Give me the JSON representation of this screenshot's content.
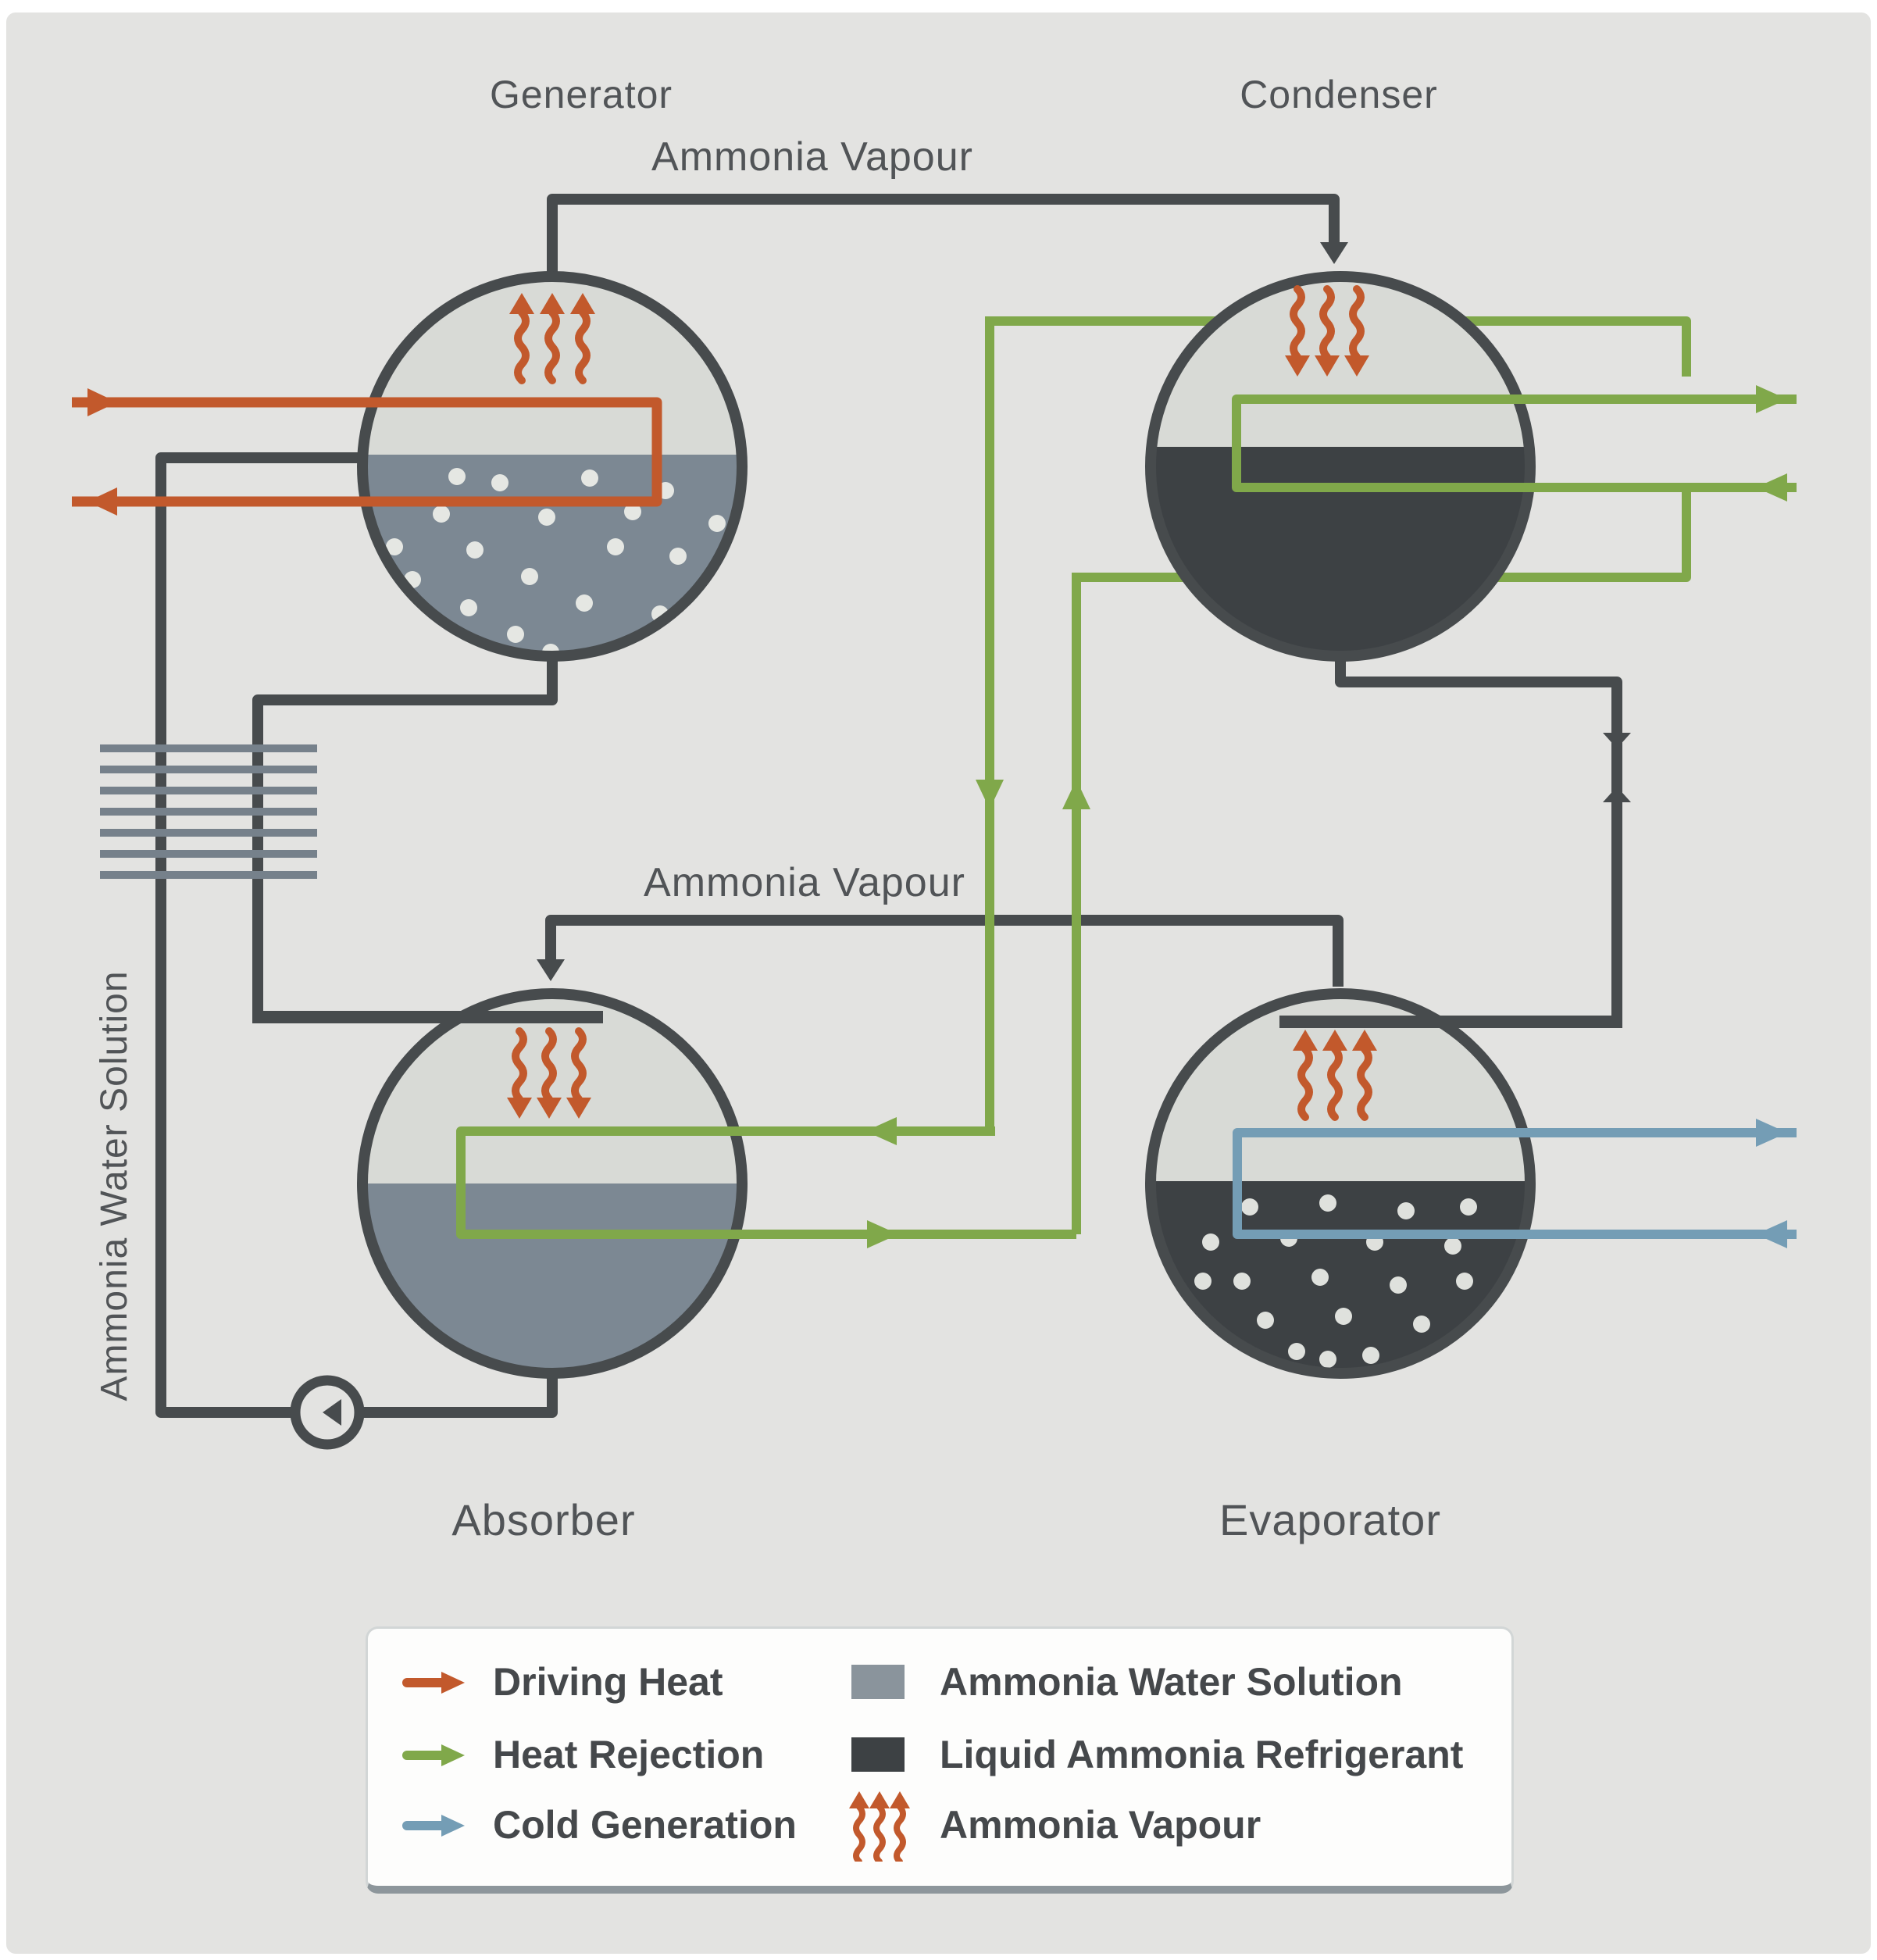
{
  "labels": {
    "generator": "Generator",
    "condenser": "Condenser",
    "absorber": "Absorber",
    "evaporator": "Evaporator",
    "ammonia_vapour_top": "Ammonia Vapour",
    "ammonia_vapour_middle": "Ammonia Vapour",
    "ammonia_water_solution": "Ammonia Water Solution"
  },
  "legend": {
    "items": [
      {
        "id": "driving-heat",
        "label": "Driving Heat",
        "swatch": "orange-arrow-icon",
        "color": "#c2592c"
      },
      {
        "id": "heat-rejection",
        "label": "Heat Rejection",
        "swatch": "green-arrow-icon",
        "color": "#80a84a"
      },
      {
        "id": "cold-generation",
        "label": "Cold Generation",
        "swatch": "blue-arrow-icon",
        "color": "#749db5"
      },
      {
        "id": "ammonia-water-solution",
        "label": "Ammonia Water Solution",
        "swatch": "gray-square",
        "color": "#8a949c"
      },
      {
        "id": "liquid-ammonia-refrigerant",
        "label": "Liquid Ammonia Refrigerant",
        "swatch": "dark-square",
        "color": "#3d4144"
      },
      {
        "id": "ammonia-vapour",
        "label": "Ammonia Vapour",
        "swatch": "wavy-arrows-icon",
        "color": "#c2592c"
      }
    ]
  },
  "colors": {
    "background": "#e3e3e1",
    "pipe": "#474b4d",
    "vessel_fill": "#d8dad6",
    "ammonia_water_solution": "#7c8893",
    "liquid_ammonia_refrigerant": "#3d4144",
    "driving_heat": "#c2592c",
    "heat_rejection": "#80a84a",
    "cold_generation": "#749db5",
    "heat_exchanger": "#76818b",
    "text": "#515457"
  }
}
